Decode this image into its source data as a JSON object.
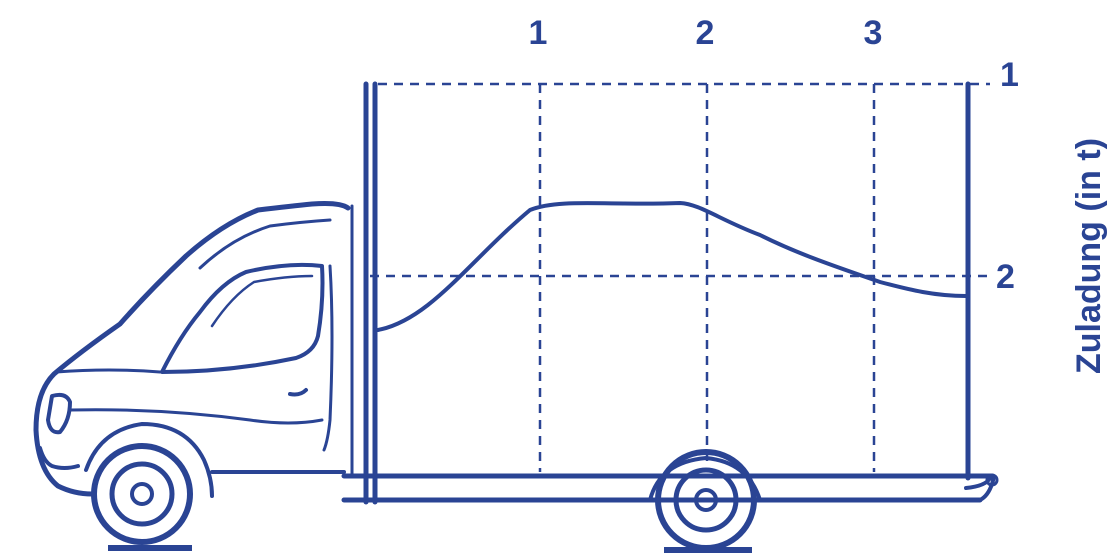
{
  "colors": {
    "ink": "#2a4494",
    "background": "#ffffff"
  },
  "top_labels": [
    "1",
    "2",
    "3"
  ],
  "right_labels": [
    "1",
    "2"
  ],
  "axis_title": "Zuladung (in t)",
  "icons": [
    "truck-icon"
  ]
}
